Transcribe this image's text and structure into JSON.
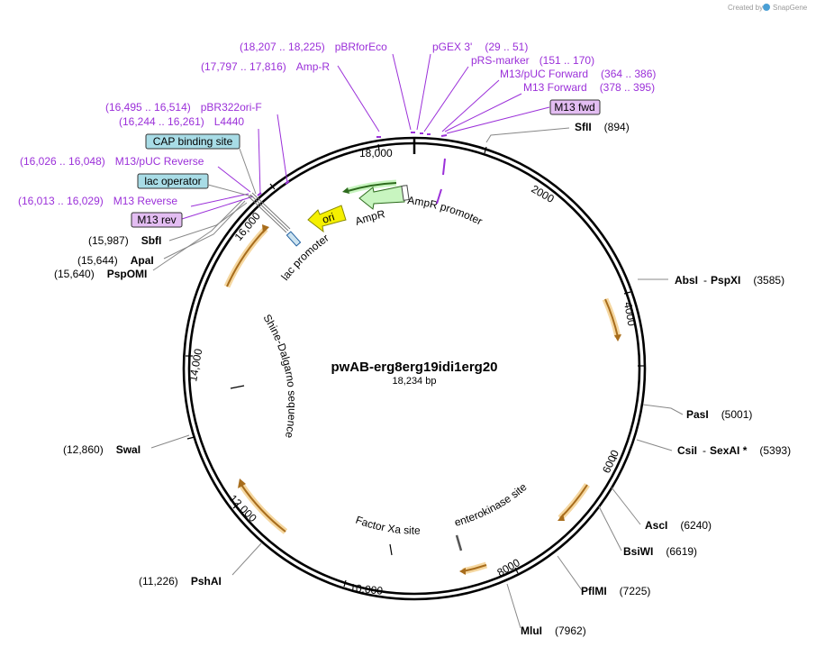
{
  "credit": {
    "prefix": "Created by",
    "brand": "SnapGene"
  },
  "plasmid": {
    "name": "pwAB-erg8erg19idi1erg20",
    "length_label": "18,234 bp"
  },
  "ticks": {
    "t2000": "2000",
    "t4000": "4000",
    "t6000": "6000",
    "t8000": "8000",
    "t10000": "10,000",
    "t12000": "12,000",
    "t14000": "14,000",
    "t16000": "16,000",
    "t18000": "18,000"
  },
  "enzymes": {
    "sfiI": {
      "name": "SfII",
      "pos": "(894)"
    },
    "absI": {
      "name": "AbsI",
      "dash": "-",
      "name2": "PspXI",
      "pos": "(3585)"
    },
    "pasI": {
      "name": "PasI",
      "pos": "(5001)"
    },
    "csiI": {
      "name": "CsiI",
      "dash": "-",
      "name2": "SexAI *",
      "pos": "(5393)"
    },
    "ascI": {
      "name": "AscI",
      "pos": "(6240)"
    },
    "bsiWI": {
      "name": "BsiWI",
      "pos": "(6619)"
    },
    "pflMI": {
      "name": "PflMI",
      "pos": "(7225)"
    },
    "mluI": {
      "name": "MluI",
      "pos": "(7962)"
    },
    "pshAI": {
      "name": "PshAI",
      "pos": "(11,226)"
    },
    "swaI": {
      "name": "SwaI",
      "pos": "(12,860)"
    },
    "pspOMI": {
      "name": "PspOMI",
      "pos": "(15,640)"
    },
    "apaI": {
      "name": "ApaI",
      "pos": "(15,644)"
    },
    "sbfI": {
      "name": "SbfI",
      "pos": "(15,987)"
    }
  },
  "primers": {
    "pBRforEco": {
      "name": "pBRforEco",
      "range": "(18,207 .. 18,225)"
    },
    "ampR": {
      "name": "Amp-R",
      "range": "(17,797 .. 17,816)"
    },
    "pGEX3": {
      "name": "pGEX 3'",
      "range": "(29 .. 51)"
    },
    "pRSmarker": {
      "name": "pRS-marker",
      "range": "(151 .. 170)"
    },
    "m13pucFwd": {
      "name": "M13/pUC Forward",
      "range": "(364 .. 386)"
    },
    "m13Fwd": {
      "name": "M13 Forward",
      "range": "(378 .. 395)"
    },
    "m13fwdBox": {
      "name": "M13 fwd"
    },
    "pBR322ori": {
      "name": "pBR322ori-F",
      "range": "(16,495 .. 16,514)"
    },
    "l4440": {
      "name": "L4440",
      "range": "(16,244 .. 16,261)"
    },
    "m13pucRev": {
      "name": "M13/pUC Reverse",
      "range": "(16,026 .. 16,048)"
    },
    "m13Rev": {
      "name": "M13 Reverse",
      "range": "(16,013 .. 16,029)"
    },
    "m13revBox": {
      "name": "M13 rev"
    }
  },
  "boxes": {
    "cap": "CAP binding site",
    "lacOp": "lac operator"
  },
  "features": {
    "ori": "ori",
    "ampR": "AmpR",
    "ampRPromoter": "AmpR promoter",
    "lacPromoter": "lac promoter",
    "shine": "Shine-Dalgarno sequence",
    "factorXa": "Factor Xa site",
    "enterokinase": "enterokinase site"
  },
  "colors": {
    "primer": "#9b30d9",
    "primerBox": "#e3bdf2",
    "cyanBox": "#a8dce6",
    "orange": "#e8a33a",
    "amp": "#c8f5c0",
    "ori": "#f5f000",
    "darkgreen": "#2e6b1e"
  }
}
